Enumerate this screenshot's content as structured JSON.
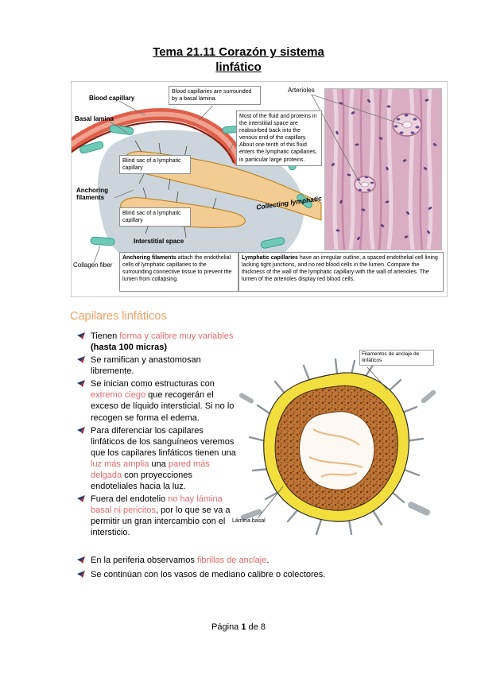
{
  "colors": {
    "heading": "#f2a064",
    "highlight": "#e4696b",
    "bullet_navy": "#20386a",
    "bullet_red": "#9c2f2f"
  },
  "title": {
    "line1": "Tema 21.11 Corazón y sistema",
    "line2": "linfático"
  },
  "figure1": {
    "labels": {
      "blood_capillary": "Blood capillary",
      "basal_lamina": "Basal lamina",
      "anchoring_filaments": "Anchoring filaments",
      "collecting_lymphatic": "Collecting lymphatic",
      "interstitial_space": "Interstitial space",
      "collagen_fiber": "Collagen fiber",
      "arterioles": "Arterioles",
      "blind_sac_1": "Blind sac of a lymphatic capillary",
      "blind_sac_2": "Blind sac of a lymphatic capillary"
    },
    "callouts": {
      "basal_box": "Blood capillaries are surrounded by a basal lamina.",
      "fluid_box": "Most of the fluid and proteins in the interstitial space are reabsorbed back into the venous end of the capillary. About one tenth of this fluid enters the lymphatic capillaries, in particular large proteins.",
      "anchoring_box_bold": "Anchoring filaments",
      "anchoring_box_rest": " attach the endothelial cells of lymphatic capillaries to the surrounding connective tissue to prevent the lumen from collapsing.",
      "lymphatic_box_bold": "Lymphatic capillaries",
      "lymphatic_box_rest": " have an irregular outline, a spaced endothelial cell lining lacking tight junctions, and no red blood cells in the lumen. Compare the thickness of the wall of the lymphatic capillary with the wall of arterioles. The lumen of the arterioles display red blood cells."
    }
  },
  "section": {
    "heading": "Capilares linfáticos"
  },
  "bullets": [
    {
      "a": "Tienen ",
      "b": "forma y calibre muy variables",
      "c": " (hasta 100 micras)"
    },
    {
      "a": "Se ramifican y anastomosan libremente."
    },
    {
      "a": "Se inician como estructuras con ",
      "b": "extremo ciego",
      "c": " que recogerán el exceso de líquido intersticial. Si no lo recogen se forma el edema."
    },
    {
      "a": "Para diferenciar los capilares linfáticos de los sanguíneos veremos que los capilares linfáticos tienen una ",
      "b": "luz más amplia",
      "c": " una ",
      "d": "pared más delgada",
      "e": " con proyecciones endoteliales hacia la luz."
    },
    {
      "a": "Fuera del endotelio ",
      "b": "no hay lámina basal ni pericitos",
      "c": ", por lo que se va a permitir un gran intercambio con el intersticio."
    },
    {
      "a": "En la periferia observamos ",
      "b": "fibrillas de anclaje",
      "c": "."
    },
    {
      "a": "Se continúan con los vasos de mediano calibre o colectores."
    }
  ],
  "figure2": {
    "labels": {
      "filamentos": "Filamentos de anclaje de linfáticos",
      "lamina": "Lámina basal"
    }
  },
  "footer": {
    "pre": "Página ",
    "num": "1",
    "post": " de 8"
  }
}
